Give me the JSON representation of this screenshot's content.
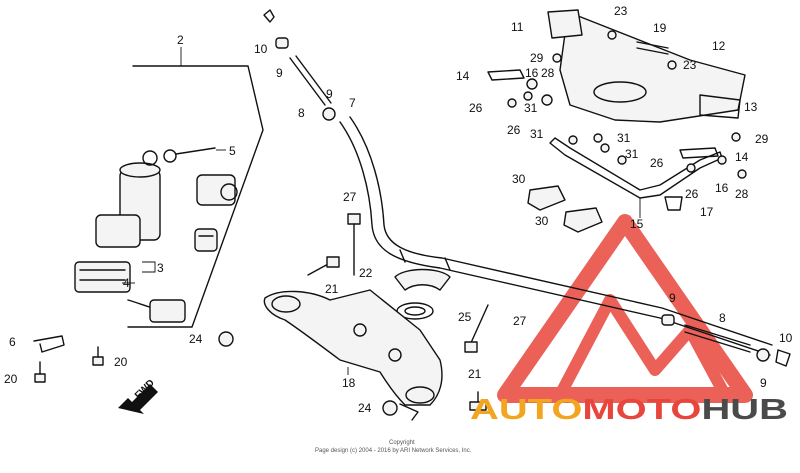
{
  "diagram": {
    "part_labels": [
      {
        "id": "p2",
        "text": "2"
      },
      {
        "id": "p5",
        "text": "5"
      },
      {
        "id": "p3",
        "text": "3"
      },
      {
        "id": "p4",
        "text": "4"
      },
      {
        "id": "p6",
        "text": "6"
      },
      {
        "id": "p20a",
        "text": "20"
      },
      {
        "id": "p20b",
        "text": "20"
      },
      {
        "id": "p24a",
        "text": "24"
      },
      {
        "id": "p10a",
        "text": "10"
      },
      {
        "id": "p9a",
        "text": "9"
      },
      {
        "id": "p8a",
        "text": "8"
      },
      {
        "id": "p9b",
        "text": "9"
      },
      {
        "id": "p7",
        "text": "7"
      },
      {
        "id": "p27a",
        "text": "27"
      },
      {
        "id": "p21a",
        "text": "21"
      },
      {
        "id": "p22",
        "text": "22"
      },
      {
        "id": "p25",
        "text": "25"
      },
      {
        "id": "p27b",
        "text": "27"
      },
      {
        "id": "p18",
        "text": "18"
      },
      {
        "id": "p21b",
        "text": "21"
      },
      {
        "id": "p24b",
        "text": "24"
      },
      {
        "id": "p11",
        "text": "11"
      },
      {
        "id": "p23a",
        "text": "23"
      },
      {
        "id": "p19",
        "text": "19"
      },
      {
        "id": "p12",
        "text": "12"
      },
      {
        "id": "p29a",
        "text": "29"
      },
      {
        "id": "p23b",
        "text": "23"
      },
      {
        "id": "p14a",
        "text": "14"
      },
      {
        "id": "p16a",
        "text": "16"
      },
      {
        "id": "p28a",
        "text": "28"
      },
      {
        "id": "p26a",
        "text": "26"
      },
      {
        "id": "p31a",
        "text": "31"
      },
      {
        "id": "p13",
        "text": "13"
      },
      {
        "id": "p26b",
        "text": "26"
      },
      {
        "id": "p31b",
        "text": "31"
      },
      {
        "id": "p31c",
        "text": "31"
      },
      {
        "id": "p31d",
        "text": "31"
      },
      {
        "id": "p29b",
        "text": "29"
      },
      {
        "id": "p26c",
        "text": "26"
      },
      {
        "id": "p14b",
        "text": "14"
      },
      {
        "id": "p16b",
        "text": "16"
      },
      {
        "id": "p26d",
        "text": "26"
      },
      {
        "id": "p28b",
        "text": "28"
      },
      {
        "id": "p30a",
        "text": "30"
      },
      {
        "id": "p30b",
        "text": "30"
      },
      {
        "id": "p17",
        "text": "17"
      },
      {
        "id": "p15",
        "text": "15"
      },
      {
        "id": "p9c",
        "text": "9"
      },
      {
        "id": "p8b",
        "text": "8"
      },
      {
        "id": "p10b",
        "text": "10"
      },
      {
        "id": "p9d",
        "text": "9"
      }
    ],
    "fwd_label": "FWD",
    "copyright": {
      "line1": "Copyright",
      "line2": "Page design (c) 2004 - 2016 by ARI Network Services, Inc."
    }
  },
  "watermark": {
    "word_part1": "AUTO",
    "word_part2": "MOTO",
    "word_part3": "HUB",
    "colors": {
      "red": "#e8463c",
      "gold": "#f2a51f",
      "gray": "#4a4a4a"
    }
  }
}
